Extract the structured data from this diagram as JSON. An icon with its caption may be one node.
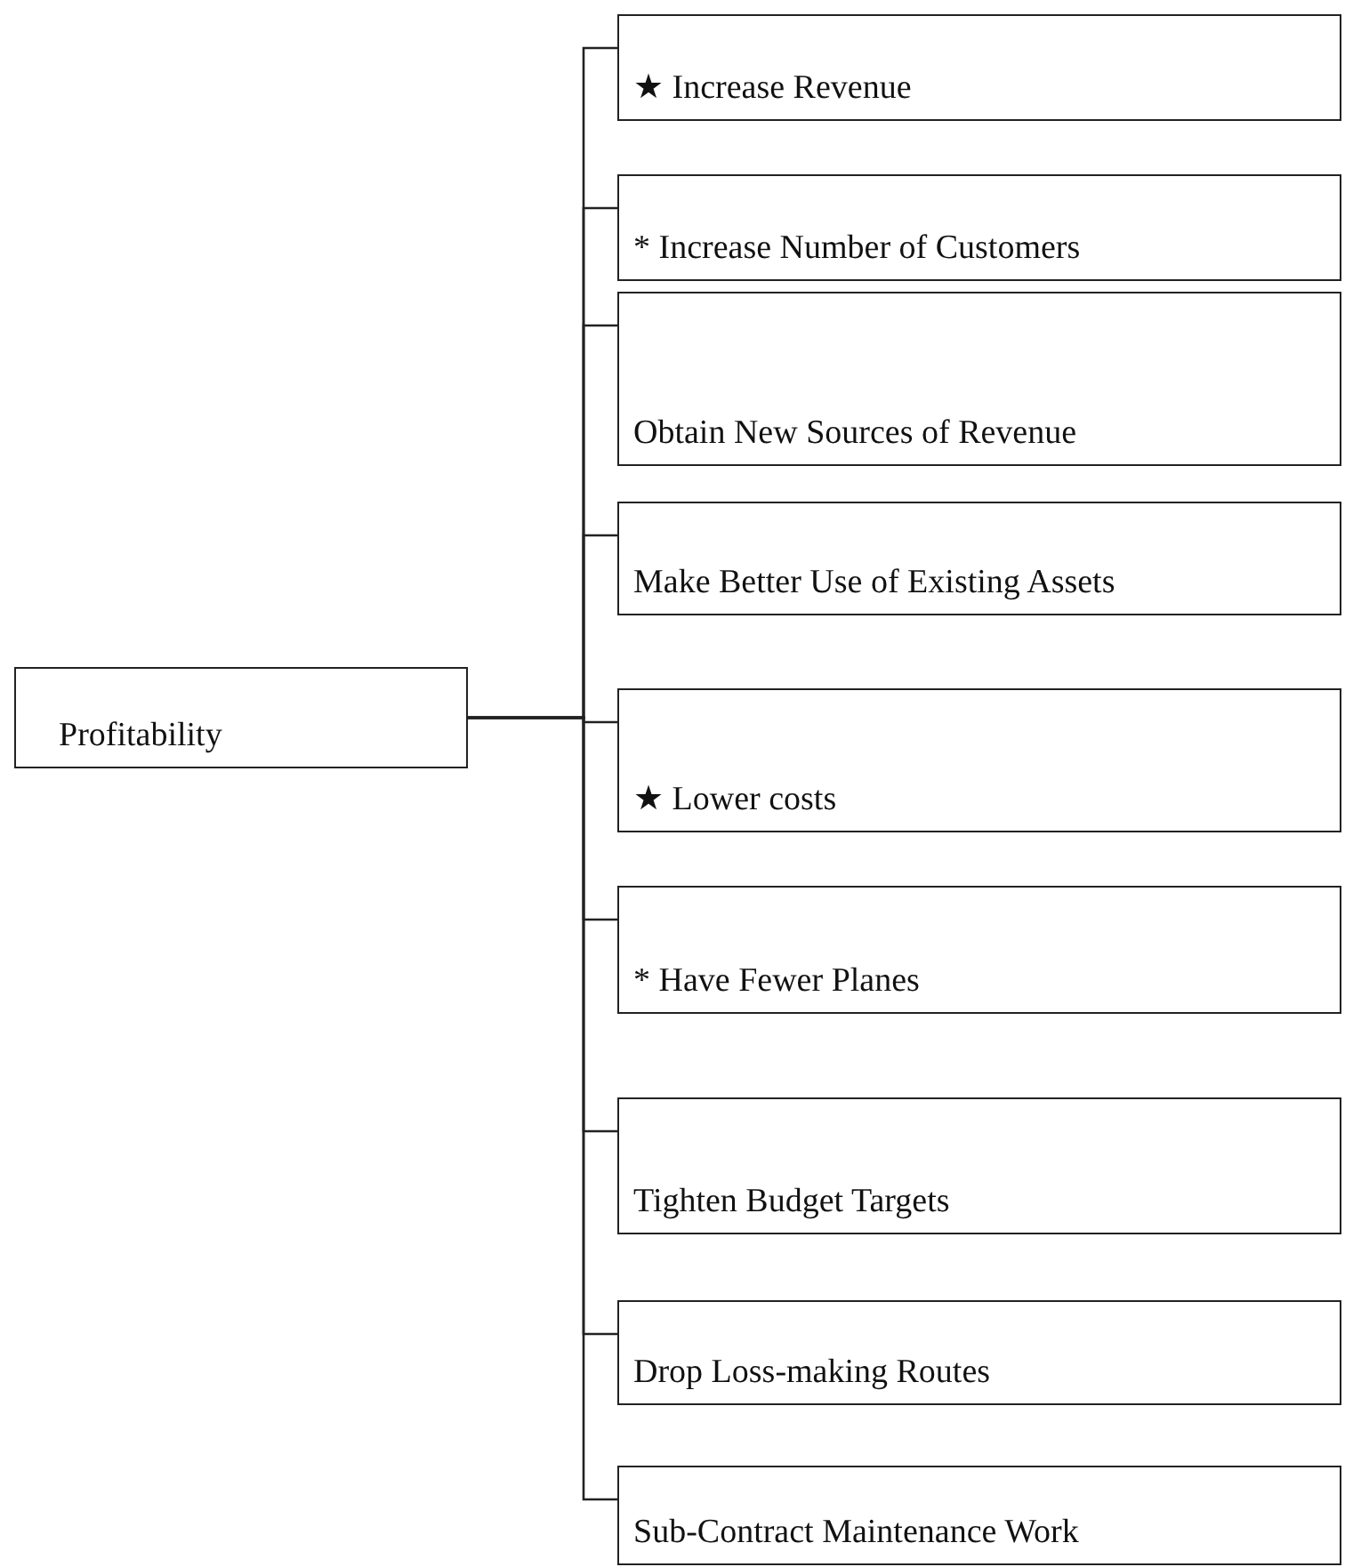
{
  "diagram": {
    "nodes": [
      {
        "text": [
          "Profitability"
        ]
      },
      {
        "text": [
          "★ Increase Revenue"
        ]
      },
      {
        "text": [
          "* Increase Number of Customers"
        ]
      },
      {
        "text": [
          "Obtain New Sources of Revenue"
        ]
      },
      {
        "text": [
          "Make Better Use of Existing Assets"
        ]
      },
      {
        "text": [
          "★ Lower costs"
        ]
      },
      {
        "text": [
          "* Have Fewer Planes"
        ]
      },
      {
        "text": [
          "Tighten Budget Targets"
        ]
      },
      {
        "text": [
          "Drop Loss-making Routes"
        ]
      },
      {
        "text": [
          "Sub-Contract Maintenance Work"
        ]
      }
    ],
    "edges": [
      {
        "from": 0,
        "to": 1,
        "arrow": "none"
      },
      {
        "from": 0,
        "to": 2,
        "arrow": "none"
      },
      {
        "from": 0,
        "to": 3,
        "arrow": "none"
      },
      {
        "from": 0,
        "to": 4,
        "arrow": "none"
      },
      {
        "from": 0,
        "to": 5,
        "arrow": "none"
      },
      {
        "from": 0,
        "to": 6,
        "arrow": "none"
      },
      {
        "from": 0,
        "to": 7,
        "arrow": "none"
      },
      {
        "from": 0,
        "to": 8,
        "arrow": "none"
      },
      {
        "from": 0,
        "to": 9,
        "arrow": "none"
      }
    ]
  }
}
